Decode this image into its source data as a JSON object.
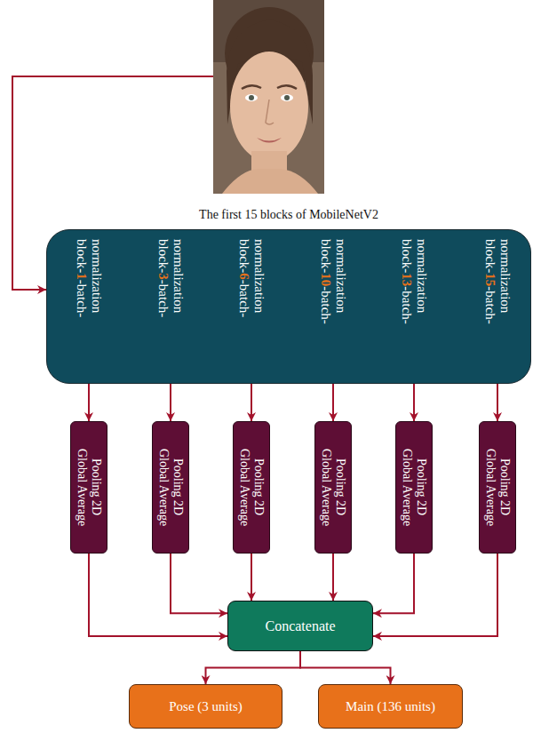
{
  "diagram": {
    "nodes": [
      {
        "text": [
          "The first 15 blocks of MobileNetV2"
        ]
      },
      {
        "text": [
          "block-1-batch-normalization"
        ],
        "in": 0
      },
      {
        "text": [
          "block-3-batch-normalization"
        ],
        "in": 0
      },
      {
        "text": [
          "block-6-batch-normalization"
        ],
        "in": 0
      },
      {
        "text": [
          "block-10-batch-normalization"
        ],
        "in": 0
      },
      {
        "text": [
          "block-13-batch-normalization"
        ],
        "in": 0
      },
      {
        "text": [
          "block-15-batch-normalization"
        ],
        "in": 0
      },
      {
        "text": [
          "Global Average Pooling 2D"
        ]
      },
      {
        "text": [
          "Global Average Pooling 2D"
        ]
      },
      {
        "text": [
          "Global Average Pooling 2D"
        ]
      },
      {
        "text": [
          "Global Average Pooling 2D"
        ]
      },
      {
        "text": [
          "Global Average Pooling 2D"
        ]
      },
      {
        "text": [
          "Global Average Pooling 2D"
        ]
      },
      {
        "text": [
          "Concatenate"
        ]
      },
      {
        "text": [
          "Pose (3 units)"
        ]
      },
      {
        "text": [
          "Main (136 units)"
        ]
      }
    ],
    "edges": [
      {
        "from": 1,
        "to": 7,
        "arrow": "to"
      },
      {
        "from": 2,
        "to": 8,
        "arrow": "to"
      },
      {
        "from": 3,
        "to": 9,
        "arrow": "to"
      },
      {
        "from": 4,
        "to": 10,
        "arrow": "to"
      },
      {
        "from": 5,
        "to": 11,
        "arrow": "to"
      },
      {
        "from": 6,
        "to": 12,
        "arrow": "to"
      },
      {
        "from": 7,
        "to": 13,
        "arrow": "to"
      },
      {
        "from": 8,
        "to": 13,
        "arrow": "to"
      },
      {
        "from": 9,
        "to": 13,
        "arrow": "to"
      },
      {
        "from": 10,
        "to": 13,
        "arrow": "to"
      },
      {
        "from": 11,
        "to": 13,
        "arrow": "to"
      },
      {
        "from": 12,
        "to": 13,
        "arrow": "to"
      },
      {
        "from": 13,
        "to": 14,
        "arrow": "to"
      },
      {
        "from": 13,
        "to": 15,
        "arrow": "to"
      }
    ]
  }
}
